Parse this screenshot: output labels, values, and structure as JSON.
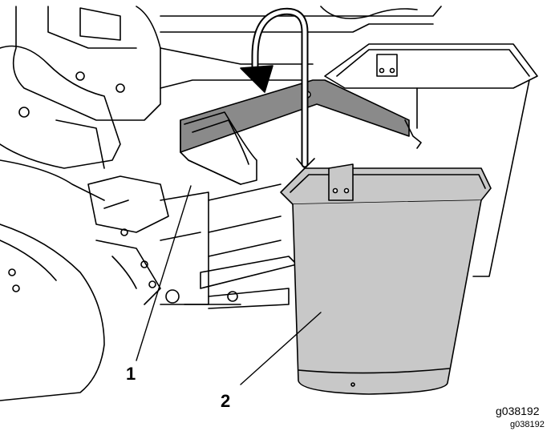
{
  "figure": {
    "callouts": [
      {
        "number": "1",
        "target": "hopper mounting bracket"
      },
      {
        "number": "2",
        "target": "hopper"
      }
    ],
    "figure_id_main": "g038192",
    "figure_id_small": "g038192"
  },
  "colors": {
    "line": "#000000",
    "hopper_fill": "#c8c8c8",
    "bracket_fill": "#8a8a8a",
    "background": "#ffffff"
  }
}
